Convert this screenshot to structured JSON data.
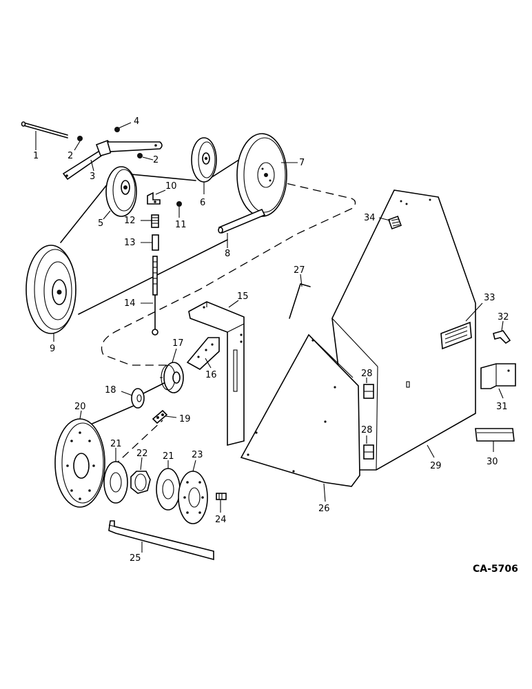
{
  "diagram": {
    "figure_code": "CA-5706",
    "parts": {
      "p1": "1",
      "p2a": "2",
      "p2b": "2",
      "p3": "3",
      "p4": "4",
      "p5": "5",
      "p6": "6",
      "p7": "7",
      "p8": "8",
      "p9": "9",
      "p10": "10",
      "p11": "11",
      "p12": "12",
      "p13": "13",
      "p14": "14",
      "p15": "15",
      "p16": "16",
      "p17": "17",
      "p18": "18",
      "p19": "19",
      "p20": "20",
      "p21a": "21",
      "p21b": "21",
      "p22": "22",
      "p23": "23",
      "p24": "24",
      "p25": "25",
      "p26": "26",
      "p27": "27",
      "p28a": "28",
      "p28b": "28",
      "p29": "29",
      "p30": "30",
      "p31": "31",
      "p32": "32",
      "p33": "33",
      "p34": "34"
    }
  }
}
